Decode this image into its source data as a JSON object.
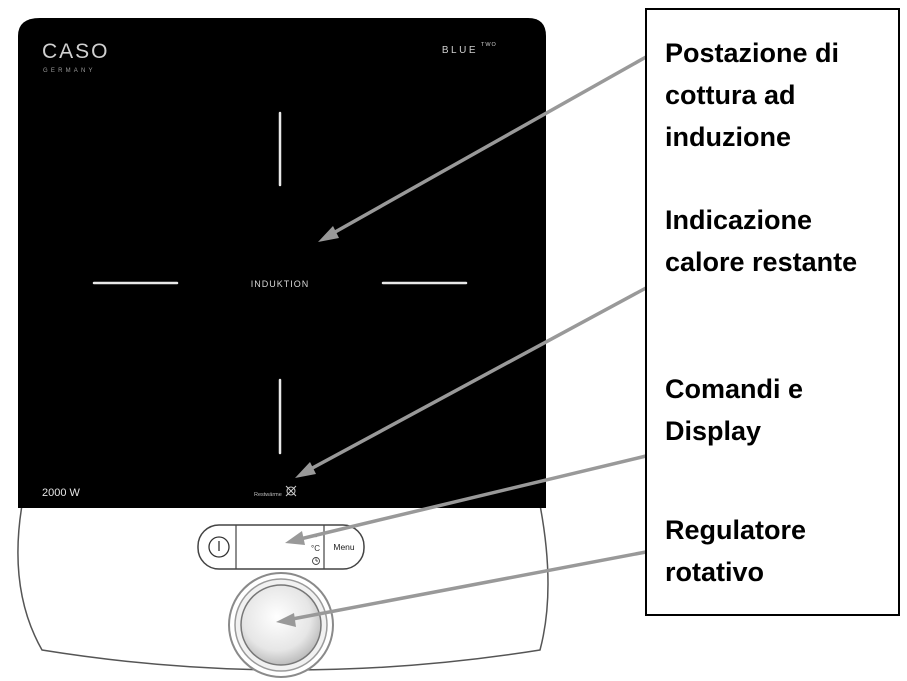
{
  "device": {
    "brand": "CASO",
    "brand_sub": "GERMANY",
    "model": "BLUE",
    "model_sup": "TWO",
    "zone_label": "INDUKTION",
    "power": "2000 W",
    "residual_heat_text": "Restwärme",
    "menu_label": "Menu",
    "unit_celsius": "°C",
    "power_symbol": "⏻"
  },
  "callouts": [
    {
      "id": "cooking-zone",
      "text": "Postazione di cottura ad induzione"
    },
    {
      "id": "residual-heat",
      "text": "Indicazione calore restante"
    },
    {
      "id": "controls-display",
      "text": "Comandi e Display"
    },
    {
      "id": "rotary-regulator",
      "text": "Regulatore rotativo"
    }
  ],
  "colors": {
    "glass": "#000000",
    "glass_lines": "#e8e8e8",
    "housing": "#ffffff",
    "outline": "#555555",
    "arrow": "#999999",
    "text": "#000000"
  }
}
